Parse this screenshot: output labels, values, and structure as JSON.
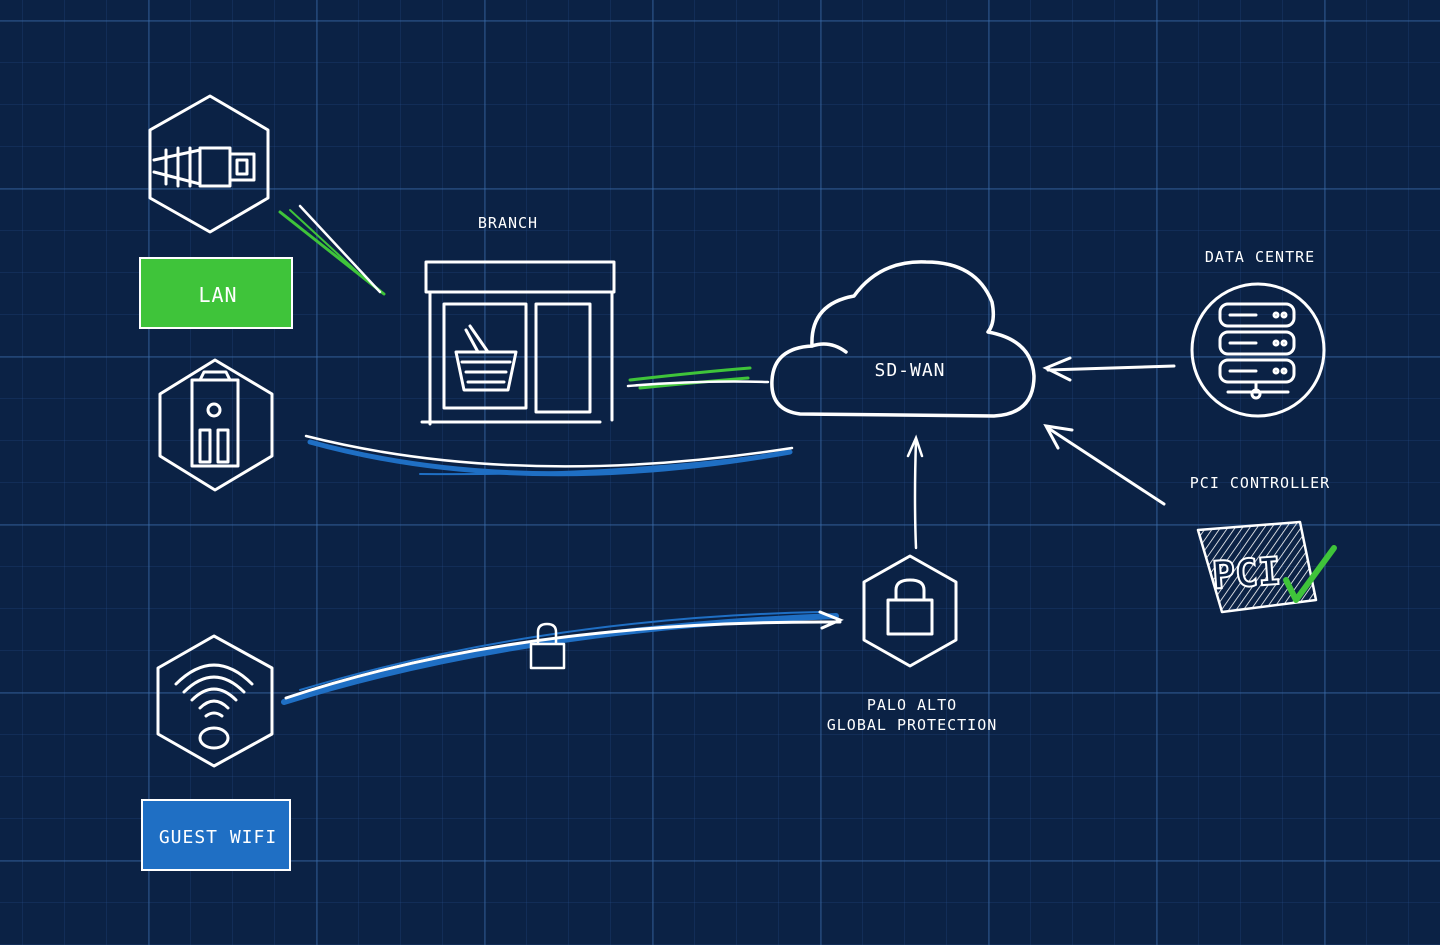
{
  "labels": {
    "branch": "BRANCH",
    "lan": "LAN",
    "sdwan": "SD-WAN",
    "data_centre": "DATA CENTRE",
    "pci_controller": "PCI CONTROLLER",
    "pci_logo_text": "PCI",
    "palo_alto_line1": "PALO ALTO",
    "palo_alto_line2": "GLOBAL PROTECTION",
    "guest_wifi": "GUEST WIFI"
  },
  "colors": {
    "background": "#0b2245",
    "grid": "#3c6eaa",
    "stroke": "#ffffff",
    "lan_green": "#3fc43a",
    "wifi_blue": "#1f6fc4",
    "check_green": "#3fc43a"
  },
  "icons": {
    "lan_node": "ethernet-cable-icon",
    "pos_node": "card-terminal-icon",
    "wifi_node": "wifi-icon",
    "branch": "store-front-icon",
    "cloud": "cloud-icon",
    "data_centre": "server-rack-icon",
    "palo_alto": "padlock-icon",
    "pci": "pci-check-logo"
  }
}
